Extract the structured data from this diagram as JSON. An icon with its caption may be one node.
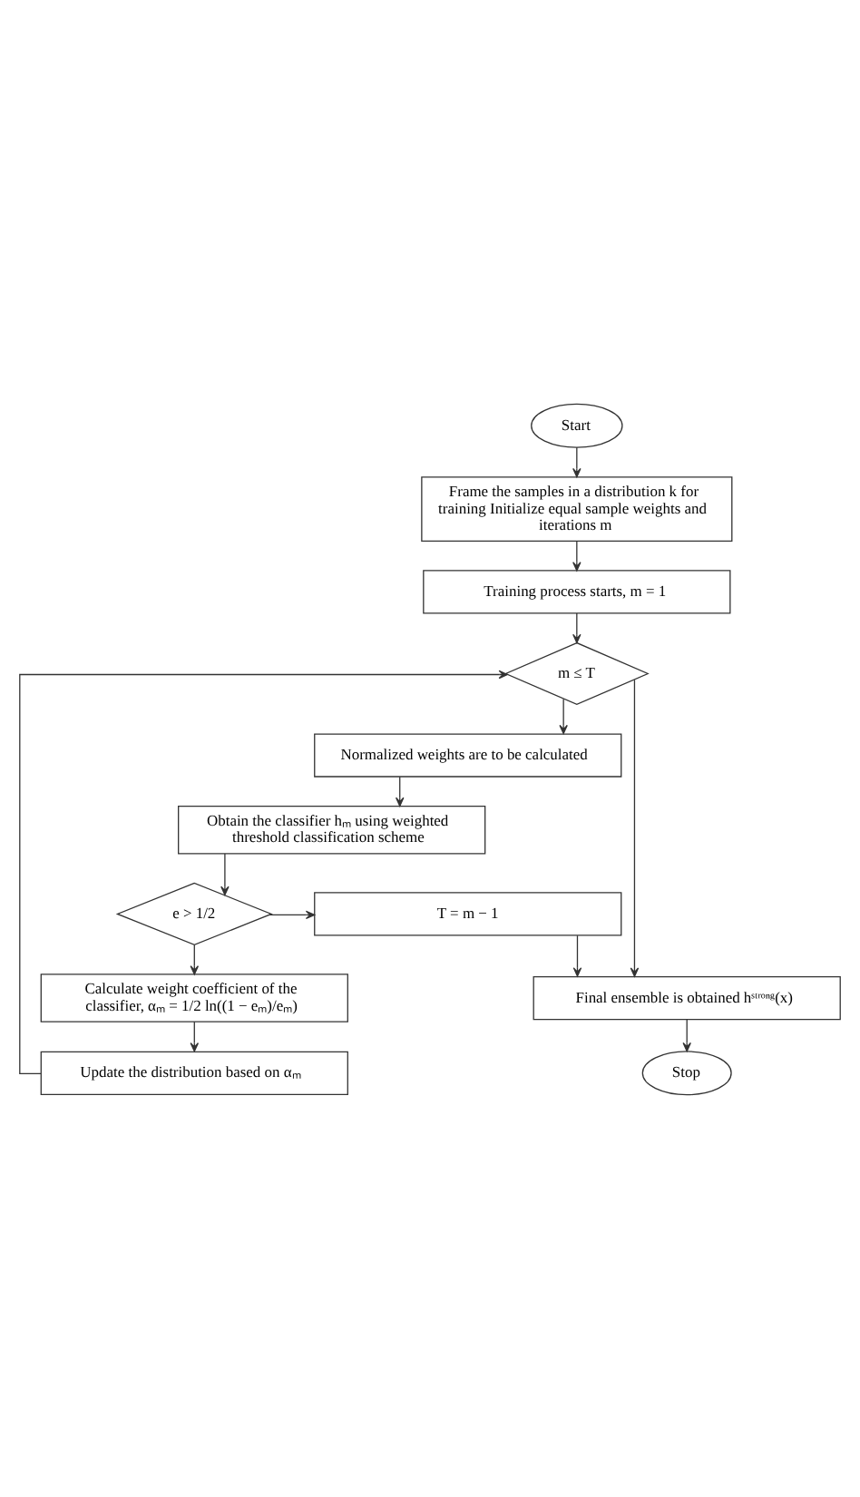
{
  "diagram": {
    "nodes": [
      {
        "text": [
          "Start"
        ]
      },
      {
        "text": [
          "Frame the samples in a distribution k for training Initialize equal sample weights and iterations m"
        ]
      },
      {
        "text": [
          "Training process starts, m = 1"
        ]
      },
      {
        "text": [
          "m ≤ T"
        ]
      },
      {
        "text": [
          "Normalized weights are to be calculated"
        ]
      },
      {
        "text": [
          "Obtain the classifier hₘ using weighted threshold classification scheme"
        ]
      },
      {
        "text": [
          "e > 1/2"
        ]
      },
      {
        "text": [
          "T = m − 1"
        ]
      },
      {
        "text": [
          "Calculate weight coefficient of the classifier, αₘ = 1/2 ln((1 − eₘ)/eₘ)"
        ]
      },
      {
        "text": [
          "Update the distribution based on αₘ"
        ]
      },
      {
        "text": [
          "Final ensemble is obtained hˢᵗʳᵒⁿᵍ(x)"
        ]
      },
      {
        "text": [
          "Stop"
        ]
      }
    ],
    "edges": [
      {
        "from": 0,
        "to": 1,
        "arrow": "to"
      },
      {
        "from": 1,
        "to": 2,
        "arrow": "to"
      },
      {
        "from": 2,
        "to": 3,
        "arrow": "to"
      },
      {
        "from": 3,
        "to": 4,
        "arrow": "to"
      },
      {
        "from": 4,
        "to": 5,
        "arrow": "to"
      },
      {
        "from": 5,
        "to": 6,
        "arrow": "to"
      },
      {
        "from": 6,
        "to": 7,
        "arrow": "to"
      },
      {
        "from": 6,
        "to": 8,
        "arrow": "to"
      },
      {
        "from": 8,
        "to": 9,
        "arrow": "to"
      },
      {
        "from": 9,
        "to": 3,
        "arrow": "to"
      },
      {
        "from": 3,
        "to": 10,
        "arrow": "to"
      },
      {
        "from": 7,
        "to": 10,
        "arrow": "to"
      },
      {
        "from": 10,
        "to": 11,
        "arrow": "to"
      }
    ]
  }
}
